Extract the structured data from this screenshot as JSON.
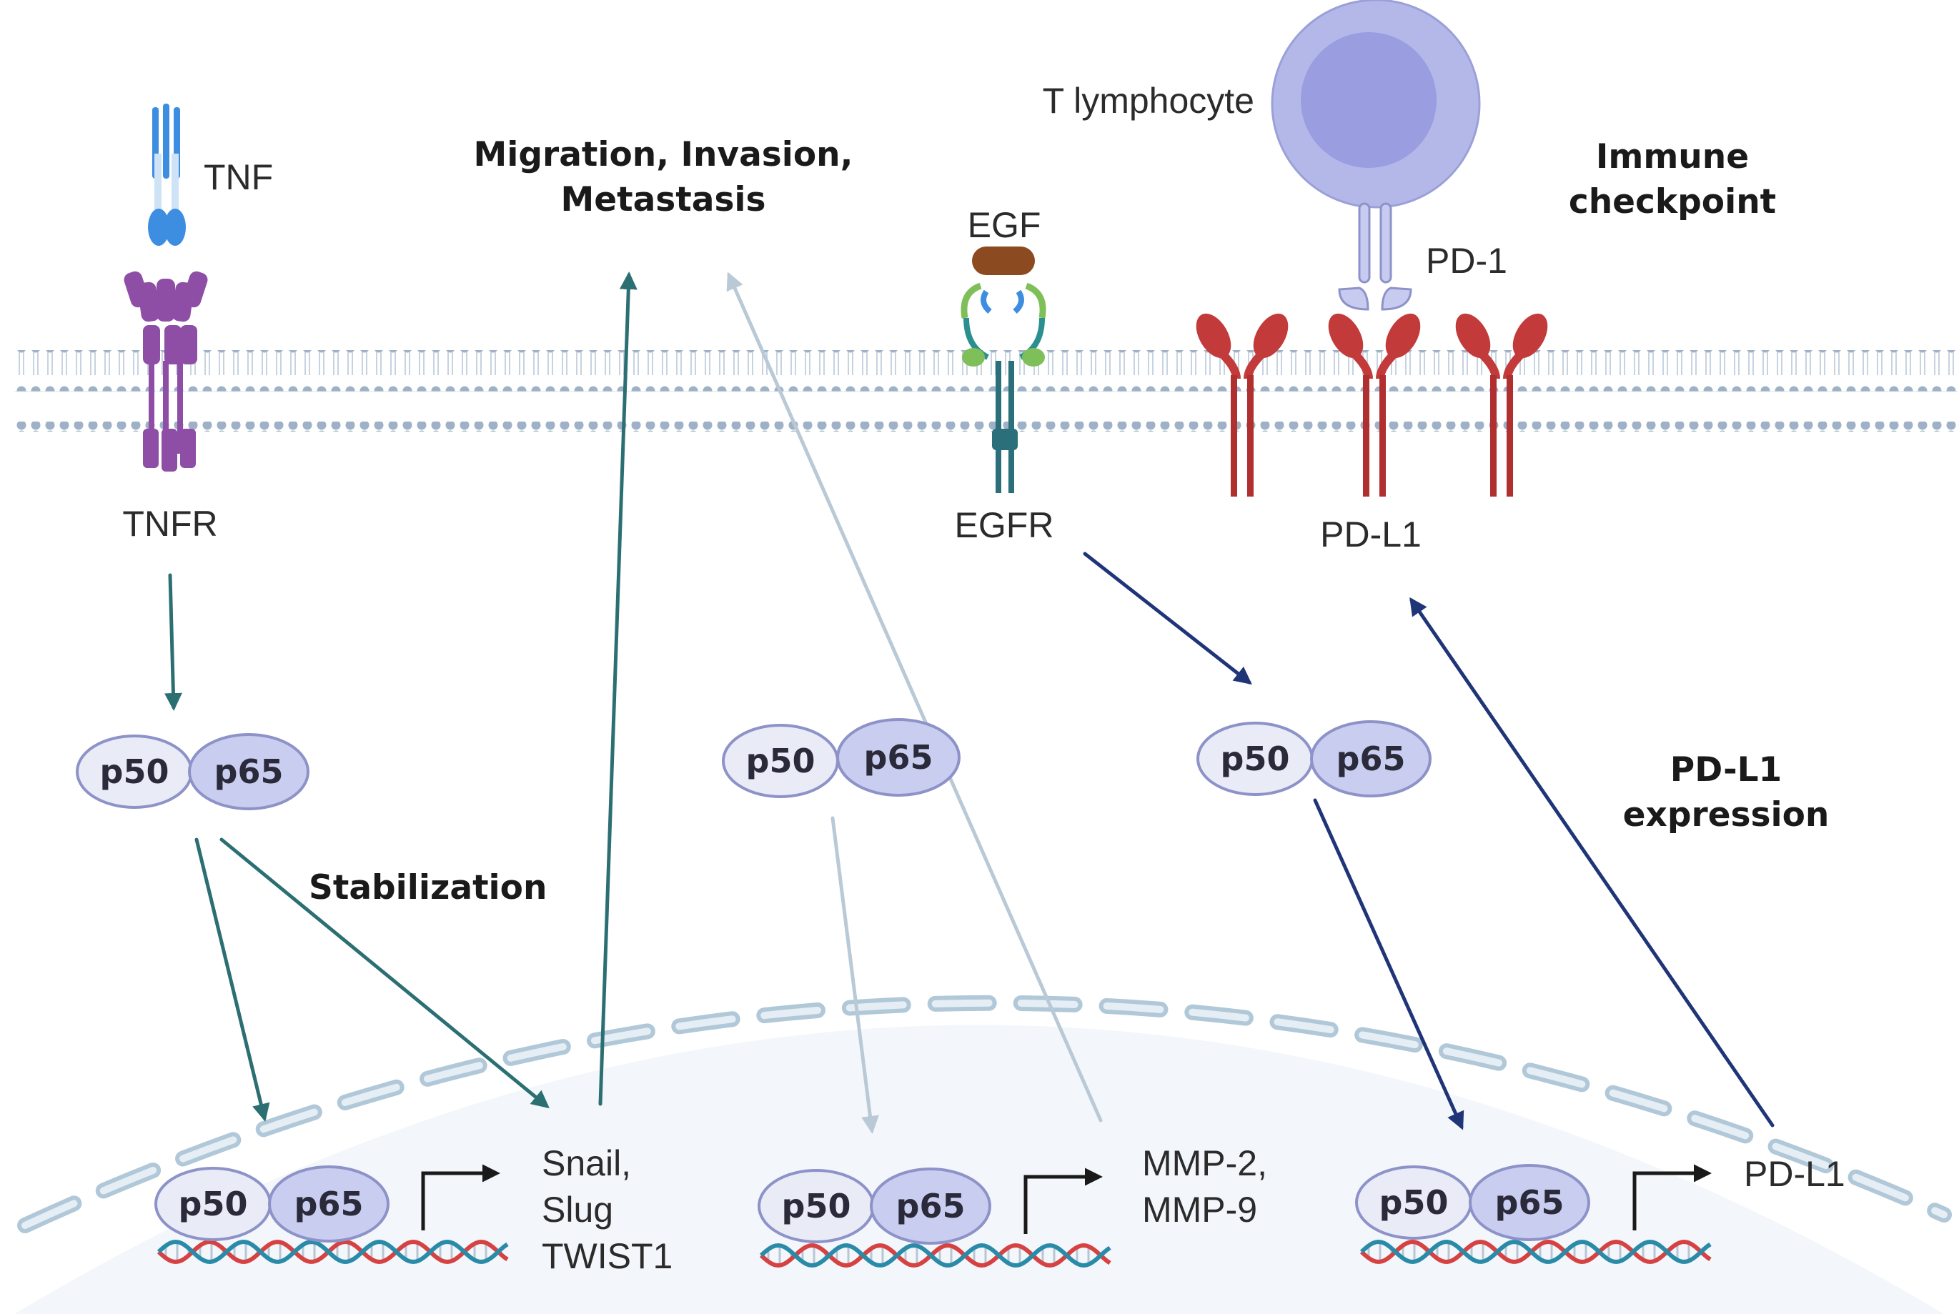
{
  "labels": {
    "tnf": "TNF",
    "tnfr": "TNFR",
    "migration_line1": "Migration, Invasion,",
    "migration_line2": "Metastasis",
    "egf": "EGF",
    "egfr": "EGFR",
    "t_lymphocyte": "T lymphocyte",
    "pd1": "PD-1",
    "immune_line1": "Immune",
    "immune_line2": "checkpoint",
    "pdl1_membrane": "PD-L1",
    "stabilization": "Stabilization",
    "pdl1_expr_line1": "PD-L1",
    "pdl1_expr_line2": "expression",
    "snail": "Snail,",
    "slug": "Slug",
    "twist1": "TWIST1",
    "mmp2": "MMP-2,",
    "mmp9": "MMP-9",
    "pdl1_gene": "PD-L1"
  },
  "subunits": {
    "p50": "p50",
    "p65": "p65"
  },
  "colors": {
    "teal_arrow": "#2c6f73",
    "light_arrow": "#b9c9d6",
    "navy_arrow": "#1f3578",
    "tnf_blue": "#3d8ee0",
    "tnfr_purple": "#8e4ea6",
    "pdl1_red": "#c23a3a",
    "egf_brown": "#8b4a1f",
    "membrane": "#9fb1c6",
    "nucleus": "#a9c2d4"
  }
}
